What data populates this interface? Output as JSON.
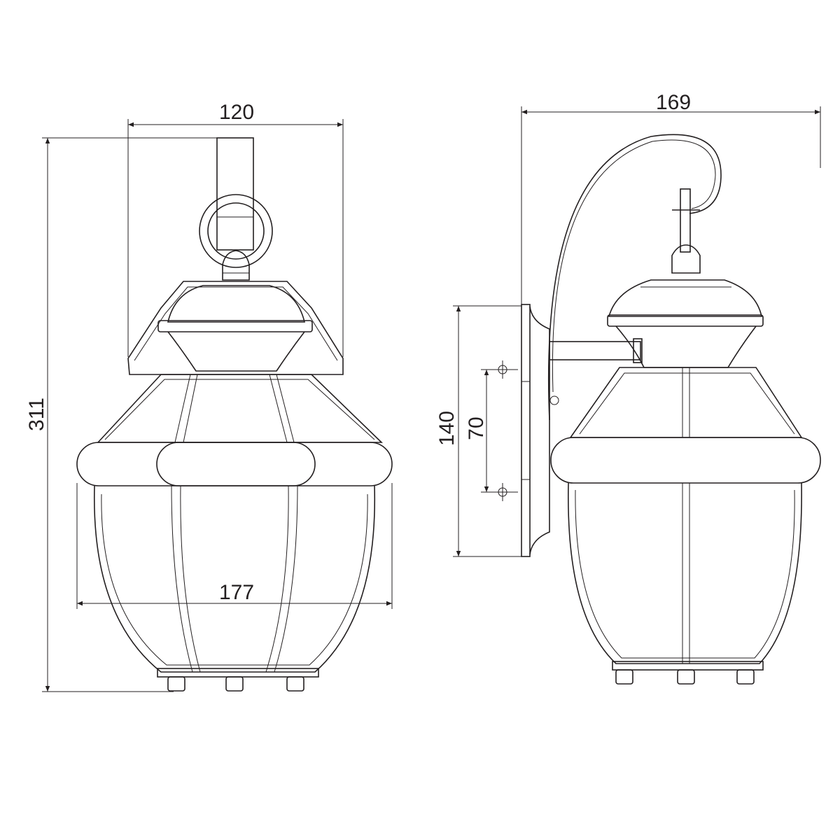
{
  "dimensions": {
    "front_width_top": "120",
    "front_height": "311",
    "front_width_bottom": "177",
    "side_depth": "169",
    "plate_height": "140",
    "mount_spacing": "70"
  },
  "colors": {
    "line": "#231f20",
    "background": "#ffffff"
  }
}
